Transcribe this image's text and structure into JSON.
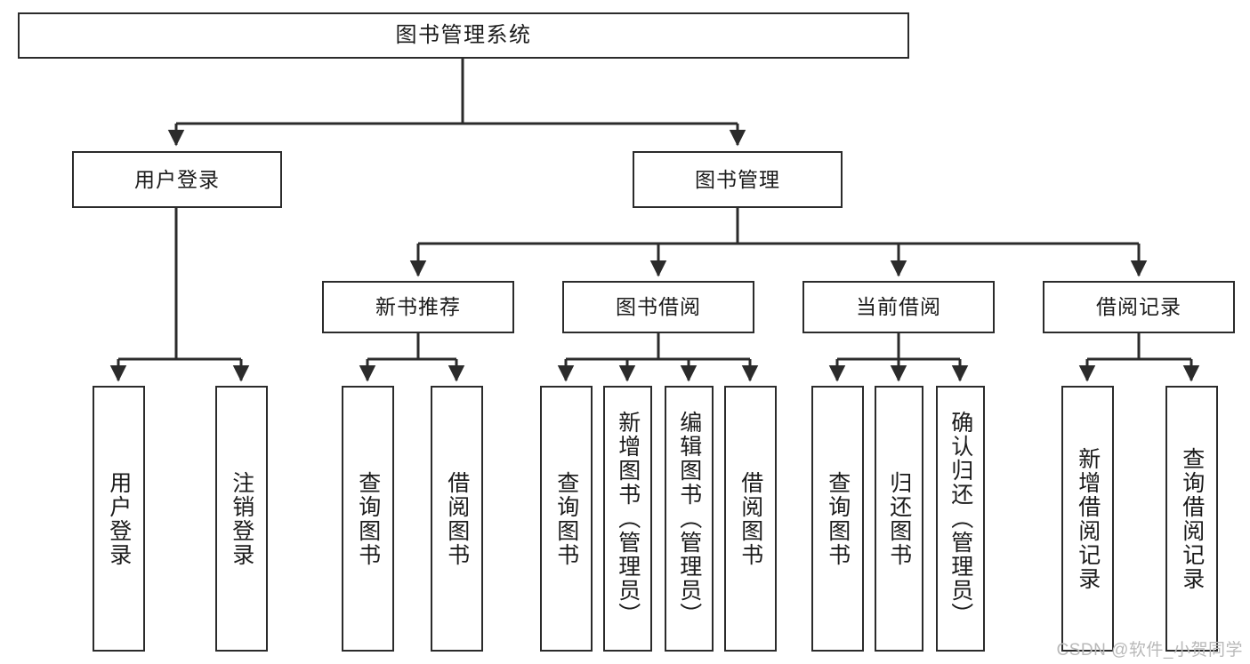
{
  "diagram": {
    "title": "图书管理系统",
    "type": "tree",
    "orientation": "top-down",
    "line_color": "#2b2b2b",
    "box_fill": "#ffffff",
    "text_color": "#1b1b1b",
    "watermark": "CSDN @软件_小贺同学"
  },
  "nodes": {
    "root": {
      "label": "图书管理系统"
    },
    "level2": [
      {
        "label": "用户登录"
      },
      {
        "label": "图书管理"
      }
    ],
    "level3": [
      {
        "label": "新书推荐"
      },
      {
        "label": "图书借阅"
      },
      {
        "label": "当前借阅"
      },
      {
        "label": "借阅记录"
      }
    ],
    "leaves": {
      "user_login": [
        {
          "label": "用户登录"
        },
        {
          "label": "注销登录"
        }
      ],
      "new_book_recommend": [
        {
          "label": "查询图书"
        },
        {
          "label": "借阅图书"
        }
      ],
      "book_borrow": [
        {
          "label": "查询图书"
        },
        {
          "label": "新增图书（管理员）"
        },
        {
          "label": "编辑图书（管理员）"
        },
        {
          "label": "借阅图书"
        }
      ],
      "current_borrow": [
        {
          "label": "查询图书"
        },
        {
          "label": "归还图书"
        },
        {
          "label": "确认归还（管理员）"
        }
      ],
      "borrow_record": [
        {
          "label": "新增借阅记录"
        },
        {
          "label": "查询借阅记录"
        }
      ]
    }
  }
}
